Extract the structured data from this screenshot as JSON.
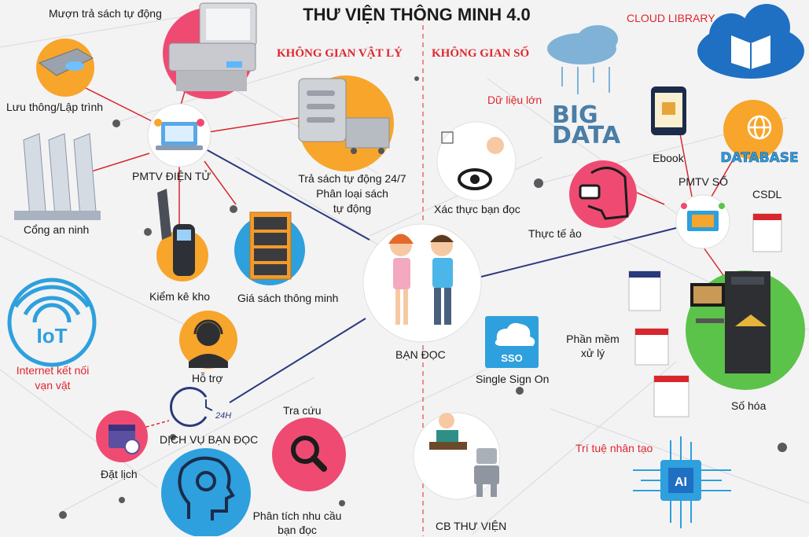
{
  "title": "THƯ VIỆN THÔNG MINH 4.0",
  "sections": {
    "physical": "KHÔNG GIAN VẬT LÝ",
    "digital": "KHÔNG GIAN SỐ"
  },
  "labels": {
    "muon_tra": "Mượn trả sách tự động",
    "luu_thong": "Lưu thông/Lập trình",
    "pmtv_dien_tu": "PMTV ĐIỆN TỬ",
    "cong_an_ninh": "Cổng an ninh",
    "tra_sach_1": "Trả sách tự động 24/7",
    "tra_sach_2": "Phân loại sách",
    "tra_sach_3": "tự động",
    "kiem_ke": "Kiểm kê kho",
    "gia_sach": "Giá sách thông minh",
    "ho_tro": "Hỗ trợ",
    "iot_1": "Internet kết nối",
    "iot_2": "vạn vật",
    "dich_vu": "DỊCH VỤ BẠN ĐỌC",
    "tra_cuu": "Tra cứu",
    "dat_lich": "Đặt lịch",
    "phan_tich_1": "Phân tích nhu cầu",
    "phan_tich_2": "bạn đọc",
    "ban_doc": "BẠN ĐỌC",
    "sso": "Single Sign On",
    "cb_thu_vien": "CB THƯ VIỆN",
    "du_lieu_lon": "Dữ liệu lớn",
    "xac_thuc": "Xác thực bạn đọc",
    "thuc_te_ao": "Thực tế ảo",
    "cloud_library": "CLOUD LIBRARY",
    "ebook": "Ebook",
    "pmtv_so": "PMTV SỐ",
    "csdl": "CSDL",
    "phan_mem_1": "Phần mềm",
    "phan_mem_2": "xử lý",
    "so_hoa": "Số hóa",
    "tri_tue": "Trí tuệ nhân tạo"
  },
  "icon_text": {
    "big": "BIG",
    "data": "DATA",
    "database": "DATABASE",
    "sso": "SSO",
    "ai": "AI",
    "iot": "IoT",
    "h24": "24H"
  },
  "colors": {
    "accent_red": "#e0262c",
    "navy": "#2b3a7c",
    "sky": "#2f8fd8",
    "orange": "#f7a52b",
    "pink": "#ef4b72",
    "green": "#5cc34a"
  }
}
